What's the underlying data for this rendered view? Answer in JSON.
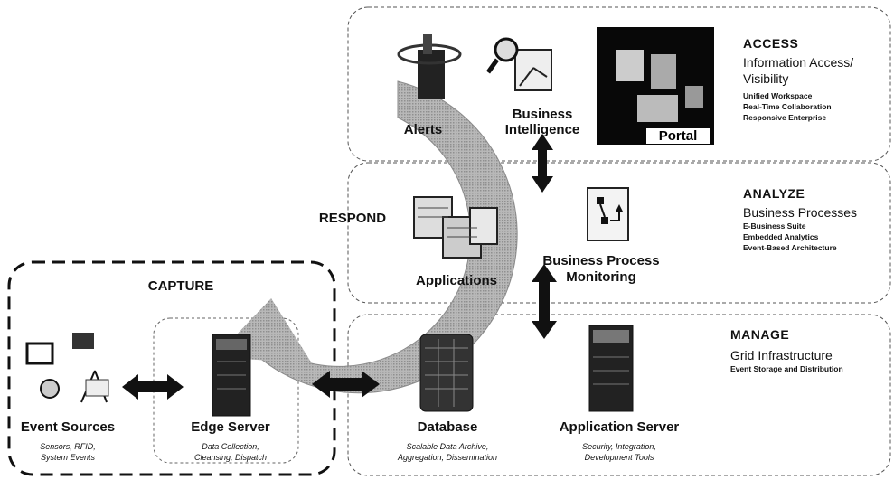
{
  "diagram": {
    "respond_label": "RESPOND",
    "capture_label": "CAPTURE",
    "tiers": {
      "access": {
        "title": "ACCESS",
        "subtitle_line1": "Information Access/",
        "subtitle_line2": "Visibility",
        "items": [
          "Unified Workspace",
          "Real-Time Collaboration",
          "Responsive Enterprise"
        ]
      },
      "analyze": {
        "title": "ANALYZE",
        "subtitle": "Business Processes",
        "items": [
          "E-Business Suite",
          "Embedded Analytics",
          "Event-Based Architecture"
        ]
      },
      "manage": {
        "title": "MANAGE",
        "subtitle": "Grid Infrastructure",
        "items": [
          "Event Storage and Distribution"
        ]
      }
    },
    "nodes": {
      "alerts": {
        "label": "Alerts"
      },
      "business_intelligence": {
        "label_line1": "Business",
        "label_line2": "Intelligence"
      },
      "portal": {
        "label": "Portal"
      },
      "applications": {
        "label": "Applications"
      },
      "bpm": {
        "label_line1": "Business Process",
        "label_line2": "Monitoring"
      },
      "event_sources": {
        "label": "Event Sources",
        "desc_line1": "Sensors, RFID,",
        "desc_line2": "System Events"
      },
      "edge_server": {
        "label": "Edge Server",
        "desc_line1": "Data Collection,",
        "desc_line2": "Cleansing, Dispatch"
      },
      "database": {
        "label": "Database",
        "desc_line1": "Scalable Data Archive,",
        "desc_line2": "Aggregation, Dissemination"
      },
      "application_server": {
        "label": "Application Server",
        "desc_line1": "Security, Integration,",
        "desc_line2": "Development Tools"
      }
    },
    "colors": {
      "arrow_gray": "#a9a9a9",
      "arrow_dark": "#111111",
      "border": "#555555"
    }
  }
}
